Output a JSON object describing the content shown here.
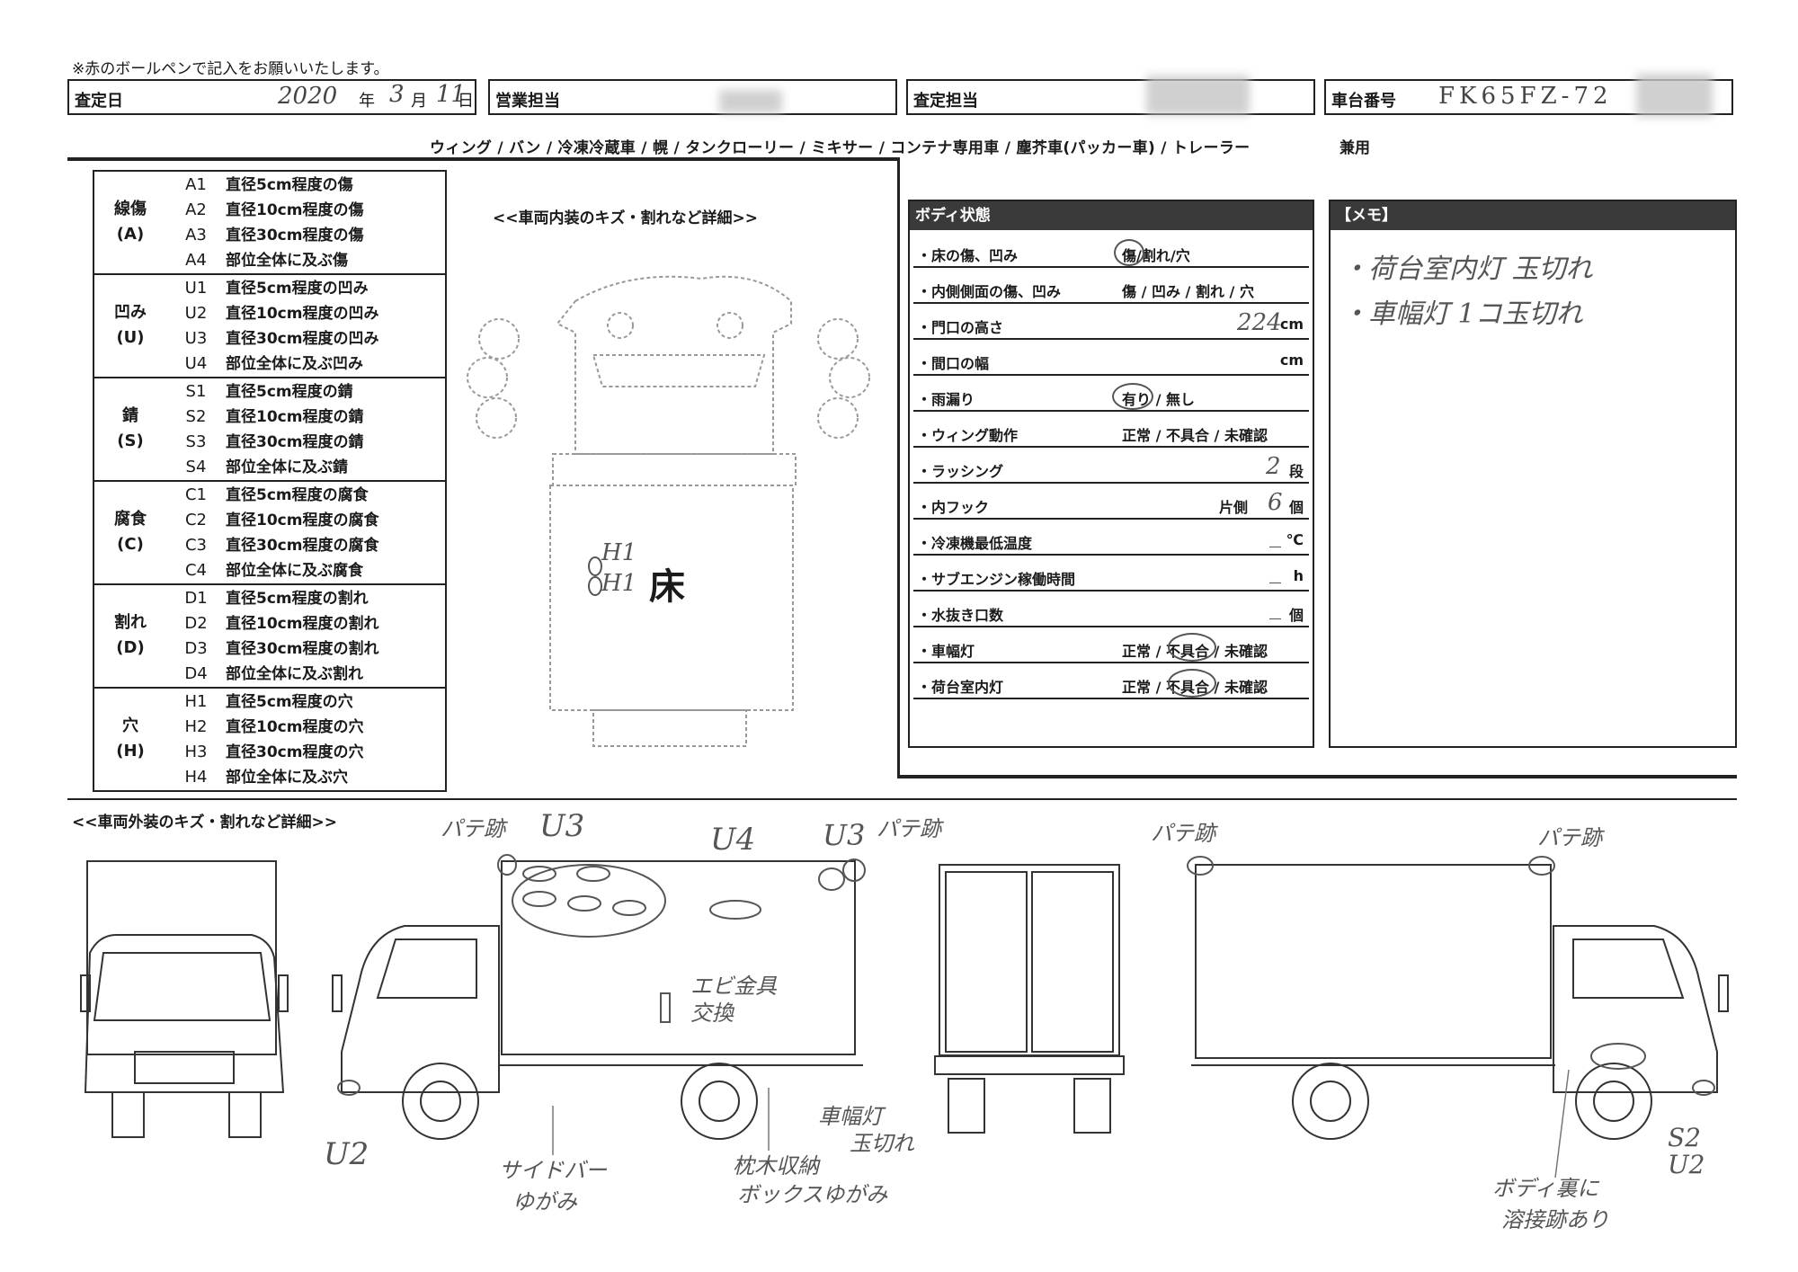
{
  "header": {
    "note": "※赤のボールペンで記入をお願いいたします。",
    "appraisal_date_label": "査定日",
    "year": "2020",
    "year_unit": "年",
    "month": "3",
    "month_unit": "月",
    "day": "11",
    "day_unit": "日",
    "sales_label": "営業担当",
    "appraiser_label": "査定担当",
    "chassis_label": "車台番号",
    "chassis_value": "FK65FZ-72"
  },
  "body_types": "ウィング / バン / 冷凍冷蔵車 / 幌 / タンクローリー / ミキサー / コンテナ専用車 / 塵芥車(パッカー車) / トレーラー",
  "body_types_extra": "兼用",
  "legend": [
    {
      "name": "線傷",
      "code": "(A)",
      "rows": [
        {
          "code": "A1",
          "text": "直径5cm程度の傷"
        },
        {
          "code": "A2",
          "text": "直径10cm程度の傷"
        },
        {
          "code": "A3",
          "text": "直径30cm程度の傷"
        },
        {
          "code": "A4",
          "text": "部位全体に及ぶ傷"
        }
      ]
    },
    {
      "name": "凹み",
      "code": "(U)",
      "rows": [
        {
          "code": "U1",
          "text": "直径5cm程度の凹み"
        },
        {
          "code": "U2",
          "text": "直径10cm程度の凹み"
        },
        {
          "code": "U3",
          "text": "直径30cm程度の凹み"
        },
        {
          "code": "U4",
          "text": "部位全体に及ぶ凹み"
        }
      ]
    },
    {
      "name": "錆",
      "code": "(S)",
      "rows": [
        {
          "code": "S1",
          "text": "直径5cm程度の錆"
        },
        {
          "code": "S2",
          "text": "直径10cm程度の錆"
        },
        {
          "code": "S3",
          "text": "直径30cm程度の錆"
        },
        {
          "code": "S4",
          "text": "部位全体に及ぶ錆"
        }
      ]
    },
    {
      "name": "腐食",
      "code": "(C)",
      "rows": [
        {
          "code": "C1",
          "text": "直径5cm程度の腐食"
        },
        {
          "code": "C2",
          "text": "直径10cm程度の腐食"
        },
        {
          "code": "C3",
          "text": "直径30cm程度の腐食"
        },
        {
          "code": "C4",
          "text": "部位全体に及ぶ腐食"
        }
      ]
    },
    {
      "name": "割れ",
      "code": "(D)",
      "rows": [
        {
          "code": "D1",
          "text": "直径5cm程度の割れ"
        },
        {
          "code": "D2",
          "text": "直径10cm程度の割れ"
        },
        {
          "code": "D3",
          "text": "直径30cm程度の割れ"
        },
        {
          "code": "D4",
          "text": "部位全体に及ぶ割れ"
        }
      ]
    },
    {
      "name": "穴",
      "code": "(H)",
      "rows": [
        {
          "code": "H1",
          "text": "直径5cm程度の穴"
        },
        {
          "code": "H2",
          "text": "直径10cm程度の穴"
        },
        {
          "code": "H3",
          "text": "直径30cm程度の穴"
        },
        {
          "code": "H4",
          "text": "部位全体に及ぶ穴"
        }
      ]
    }
  ],
  "interior": {
    "title": "<<車両内装のキズ・割れなど詳細>>",
    "floor_label": "床",
    "marks": [
      "H1",
      "H1"
    ]
  },
  "body_status": {
    "title": "ボディ状態",
    "rows": [
      {
        "label": "・床の傷、凹み",
        "options": "傷/割れ/穴",
        "selected": "傷"
      },
      {
        "label": "・内側側面の傷、凹み",
        "options": "傷 / 凹み / 割れ / 穴"
      },
      {
        "label": "・門口の高さ",
        "value": "224",
        "unit": "cm"
      },
      {
        "label": "・間口の幅",
        "unit": "cm"
      },
      {
        "label": "・雨漏り",
        "options": "有り / 無し",
        "selected": "有り"
      },
      {
        "label": "・ウィング動作",
        "options": "正常 / 不具合 / 未確認"
      },
      {
        "label": "・ラッシング",
        "value": "2",
        "unit": "段"
      },
      {
        "label": "・内フック",
        "prefix": "片側",
        "value": "6",
        "unit": "個"
      },
      {
        "label": "・冷凍機最低温度",
        "value": "_",
        "unit": "℃"
      },
      {
        "label": "・サブエンジン稼働時間",
        "value": "_",
        "unit": "h"
      },
      {
        "label": "・水抜き口数",
        "value": "_",
        "unit": "個"
      },
      {
        "label": "・車幅灯",
        "options": "正常 / 不具合 / 未確認",
        "selected": "不具合"
      },
      {
        "label": "・荷台室内灯",
        "options": "正常 / 不具合 / 未確認",
        "selected": "不具合"
      }
    ]
  },
  "memo": {
    "title": "【メモ】",
    "lines": [
      "・荷台室内灯 玉切れ",
      "・車幅灯 1コ玉切れ"
    ]
  },
  "exterior": {
    "title": "<<車両外装のキズ・割れなど詳細>>",
    "annotations": {
      "pate_1": "パテ跡",
      "u3_1": "U3",
      "u4": "U4",
      "u3_2": "U3",
      "pate_2": "パテ跡",
      "ebi": "エビ金具",
      "ebi2": "交換",
      "u2_left": "U2",
      "sidebar1": "サイドバー",
      "sidebar2": "ゆがみ",
      "box1": "枕木収納",
      "box2": "ボックスゆがみ",
      "lamp1": "車幅灯",
      "lamp2": "玉切れ",
      "pate_3": "パテ跡",
      "pate_4": "パテ跡",
      "s2": "S2",
      "u2_right": "U2",
      "weld1": "ボディ裏に",
      "weld2": "溶接跡あり"
    }
  }
}
